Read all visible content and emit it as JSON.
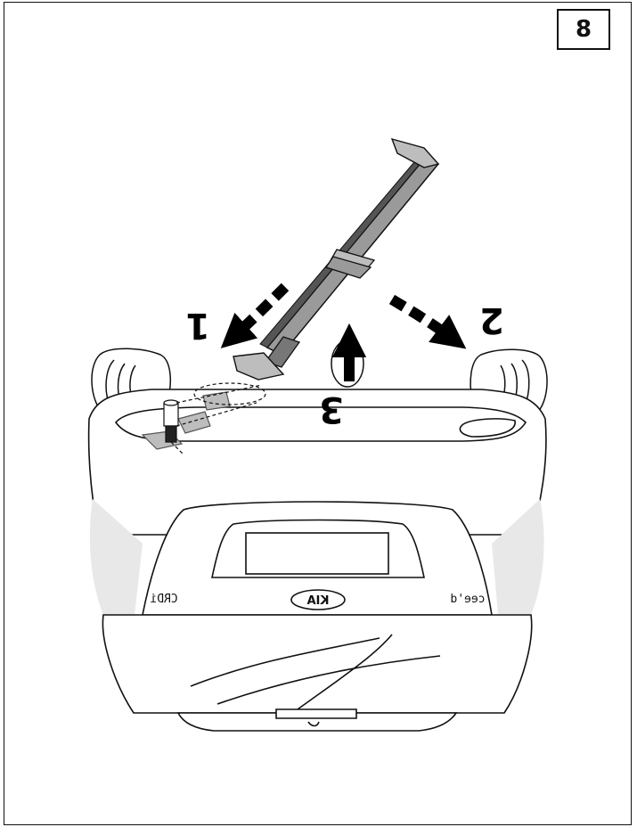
{
  "step": {
    "number": "8"
  },
  "callouts": {
    "one": "1",
    "two": "2",
    "three": "3"
  },
  "car": {
    "badge_left": "CRDi",
    "badge_right": "cee'd",
    "logo": "KIA"
  },
  "colors": {
    "line": "#111111",
    "bar_fill": "#9a9a9a",
    "bar_dark": "#555555",
    "arrow": "#000000",
    "shade": "#bdbdbd"
  }
}
